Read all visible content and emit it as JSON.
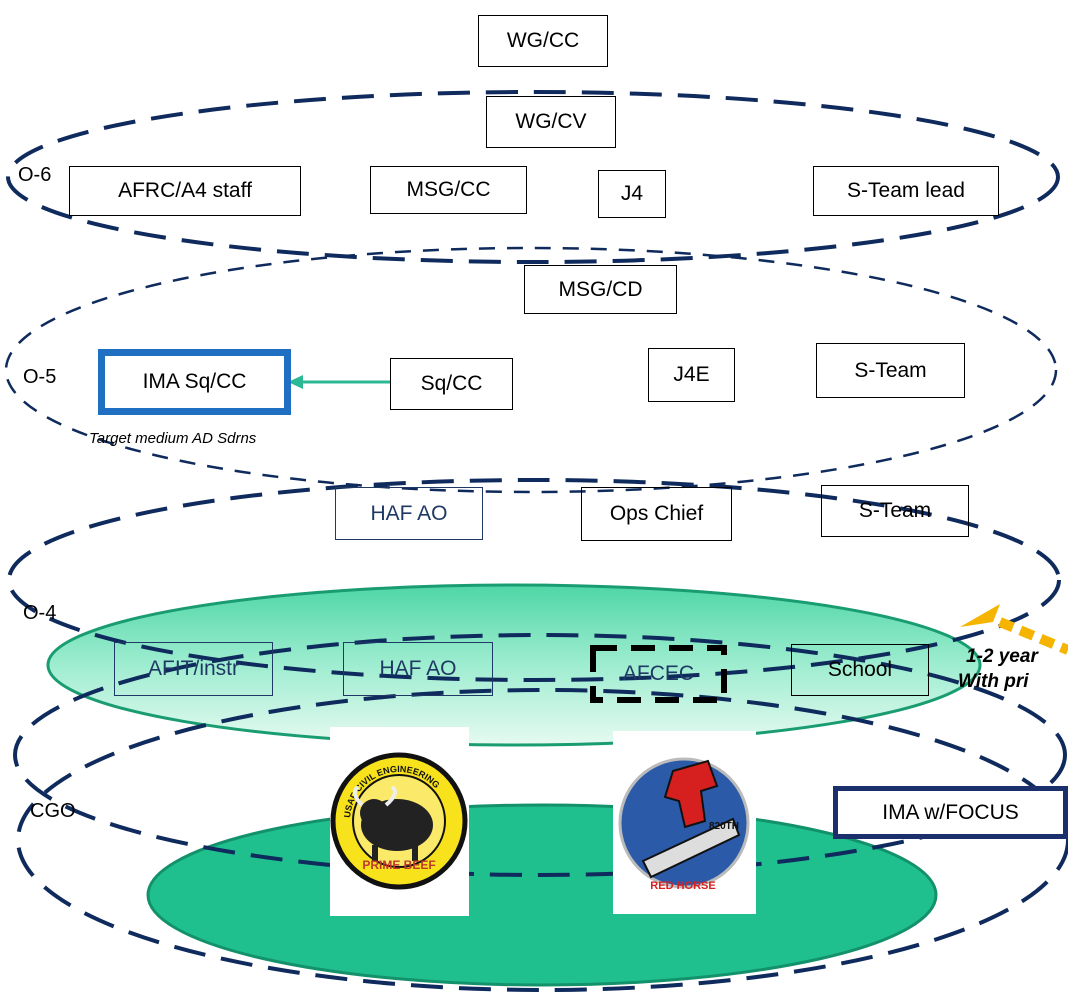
{
  "levels": {
    "o6": "O-6",
    "o5": "O-5",
    "o4": "O-4",
    "cgo": "CGO"
  },
  "boxes": {
    "wg_cc": "WG/CC",
    "wg_cv": "WG/CV",
    "afrc_a4_staff": "AFRC/A4 staff",
    "msg_cc": "MSG/CC",
    "j4": "J4",
    "s_team_lead": "S-Team lead",
    "msg_cd": "MSG/CD",
    "ima_sq_cc": "IMA Sq/CC",
    "sq_cc": "Sq/CC",
    "j4e": "J4E",
    "s_team_o5": "S-Team",
    "haf_ao_upper": "HAF AO",
    "ops_chief": "Ops Chief",
    "s_team_o4": "S-Team",
    "afit_instr": "AFIT/instr",
    "haf_ao_lower": "HAF AO",
    "afcec": "AFCEC",
    "school": "School",
    "ima_focus": "IMA w/FOCUS"
  },
  "annotations": {
    "target_note": "Target medium AD Sdrns",
    "callout_line1": "1-2 year",
    "callout_line2": "With pri"
  },
  "logos": {
    "prime_beef_ring": "USAF CIVIL ENGINEERING",
    "prime_beef_text": "PRIME BEEF",
    "red_horse_text": "RED HORSE",
    "red_horse_unit": "820TH"
  },
  "colors": {
    "navy_dash": "#0f2a5c",
    "teal_arrow": "#2bb895",
    "blue_border": "#1f6fc2",
    "green_fill": "#1fbf8e",
    "light_green": "#a8efd2",
    "gold_arrow": "#f5b400"
  }
}
